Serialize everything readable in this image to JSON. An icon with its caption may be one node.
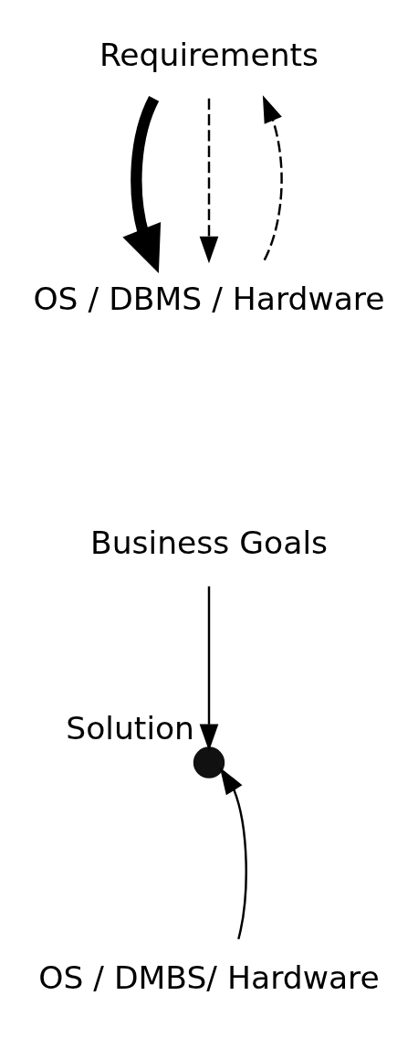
{
  "diagram": {
    "nodes": [
      {
        "text": [
          "Requirements"
        ]
      },
      {
        "text": [
          "OS / DBMS / Hardware"
        ]
      },
      {
        "text": [
          "Business Goals"
        ]
      },
      {
        "text": [],
        "shape": "circle",
        "beside": [
          "Solution"
        ]
      },
      {
        "text": [
          "OS / DMBS/ Hardware"
        ]
      }
    ],
    "edges": [
      {
        "from": 0,
        "to": 1,
        "arrow": "to",
        "style": "thick"
      },
      {
        "from": 0,
        "to": 1,
        "arrow": "to",
        "style": "dashed"
      },
      {
        "from": 1,
        "to": 0,
        "arrow": "to",
        "style": "dashed"
      },
      {
        "from": 2,
        "to": 3,
        "arrow": "to"
      },
      {
        "from": 4,
        "to": 3,
        "arrow": "to"
      }
    ]
  }
}
